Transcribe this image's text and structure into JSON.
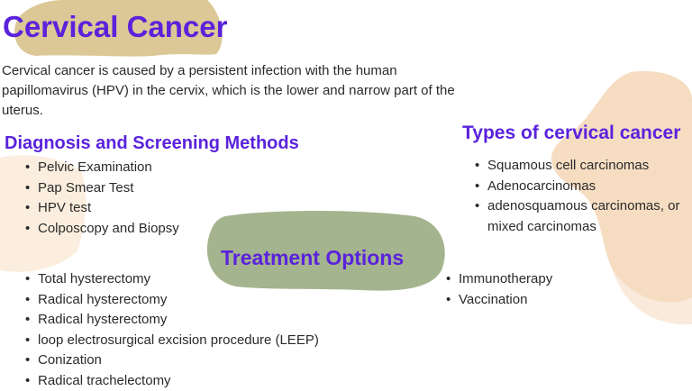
{
  "title": "Cervical Cancer",
  "intro": "Cervical cancer is caused by a persistent infection with the human papillomavirus (HPV) in the cervix, which is the lower and narrow part of the uterus.",
  "diagnosis": {
    "heading": "Diagnosis and Screening Methods",
    "items": [
      "Pelvic Examination",
      "Pap Smear Test",
      "HPV test",
      "Colposcopy and Biopsy"
    ]
  },
  "types": {
    "heading": "Types of cervical cancer",
    "items": [
      "Squamous cell carcinomas",
      "Adenocarcinomas",
      "adenosquamous carcinomas, or mixed carcinomas"
    ]
  },
  "treatment": {
    "heading": "Treatment Options",
    "surgical": [
      "Total hysterectomy",
      "Radical hysterectomy",
      "Radical hysterectomy",
      "loop electrosurgical excision procedure (LEEP)",
      "Conization",
      "Radical trachelectomy"
    ],
    "other": [
      "Immunotherapy",
      "Vaccination"
    ]
  },
  "colors": {
    "accent": "#5a22dc",
    "tan": "#dcc896",
    "peach": "#f6ddc2",
    "green": "#a4b48e"
  }
}
